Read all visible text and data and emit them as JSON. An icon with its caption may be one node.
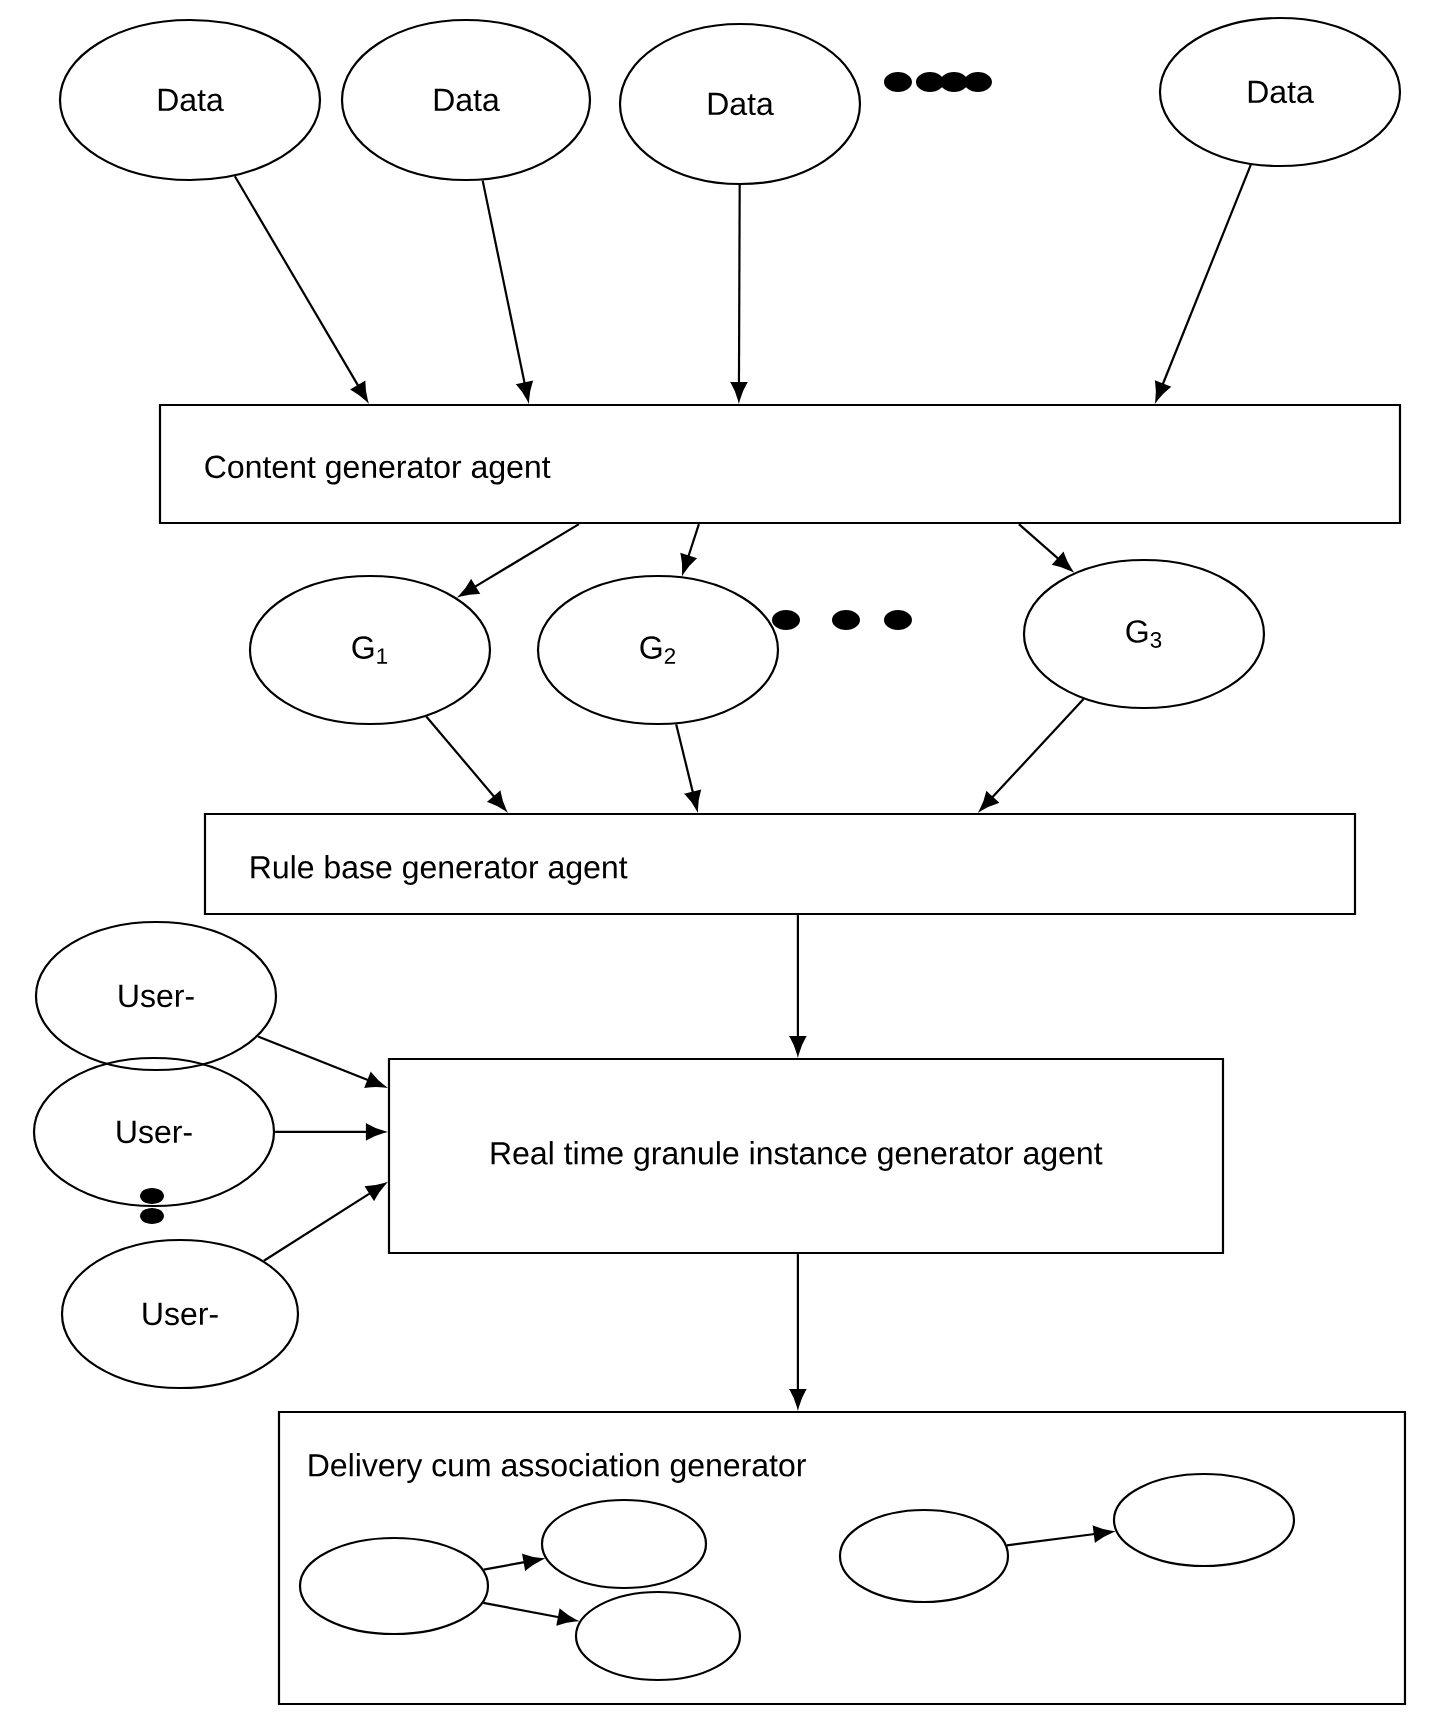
{
  "diagram": {
    "nodes": [
      {
        "text": [
          "Data"
        ]
      },
      {
        "text": [
          "Data"
        ]
      },
      {
        "text": [
          "Data"
        ]
      },
      {
        "text": [
          "Data"
        ]
      },
      {
        "text": [
          "Content generator agent"
        ]
      },
      {
        "text": [
          "G$_{1}$"
        ]
      },
      {
        "text": [
          "G$_{2}$"
        ]
      },
      {
        "text": [
          "G$_{3}$"
        ]
      },
      {
        "text": [
          "Rule base generator agent"
        ]
      },
      {
        "text": [
          "User-"
        ]
      },
      {
        "text": [
          "User-"
        ]
      },
      {
        "text": [
          "User-"
        ]
      },
      {
        "text": [
          "Real time granule instance generator agent"
        ]
      },
      {
        "text": [
          "Delivery cum association generator"
        ]
      },
      {
        "text": [],
        "shape": "ellipse",
        "in": 13
      },
      {
        "text": [],
        "shape": "ellipse",
        "in": 13
      },
      {
        "text": [],
        "shape": "ellipse",
        "in": 13
      },
      {
        "text": [],
        "shape": "ellipse",
        "in": 13
      },
      {
        "text": [],
        "shape": "ellipse",
        "in": 13
      }
    ],
    "edges": [
      {
        "from": 0,
        "to": 4,
        "arrow": "to"
      },
      {
        "from": 1,
        "to": 4,
        "arrow": "to"
      },
      {
        "from": 2,
        "to": 4,
        "arrow": "to"
      },
      {
        "from": 3,
        "to": 4,
        "arrow": "to"
      },
      {
        "from": 4,
        "to": 5,
        "arrow": "to"
      },
      {
        "from": 4,
        "to": 6,
        "arrow": "to"
      },
      {
        "from": 4,
        "to": 7,
        "arrow": "to"
      },
      {
        "from": 5,
        "to": 8,
        "arrow": "to"
      },
      {
        "from": 6,
        "to": 8,
        "arrow": "to"
      },
      {
        "from": 7,
        "to": 8,
        "arrow": "to"
      },
      {
        "from": 8,
        "to": 12,
        "arrow": "to"
      },
      {
        "from": 9,
        "to": 12,
        "arrow": "to"
      },
      {
        "from": 10,
        "to": 12,
        "arrow": "to"
      },
      {
        "from": 11,
        "to": 12,
        "arrow": "to"
      },
      {
        "from": 12,
        "to": 13,
        "arrow": "to"
      },
      {
        "from": 14,
        "to": 15,
        "arrow": "to"
      },
      {
        "from": 14,
        "to": 16,
        "arrow": "to"
      },
      {
        "from": 17,
        "to": 18,
        "arrow": "to"
      }
    ]
  }
}
